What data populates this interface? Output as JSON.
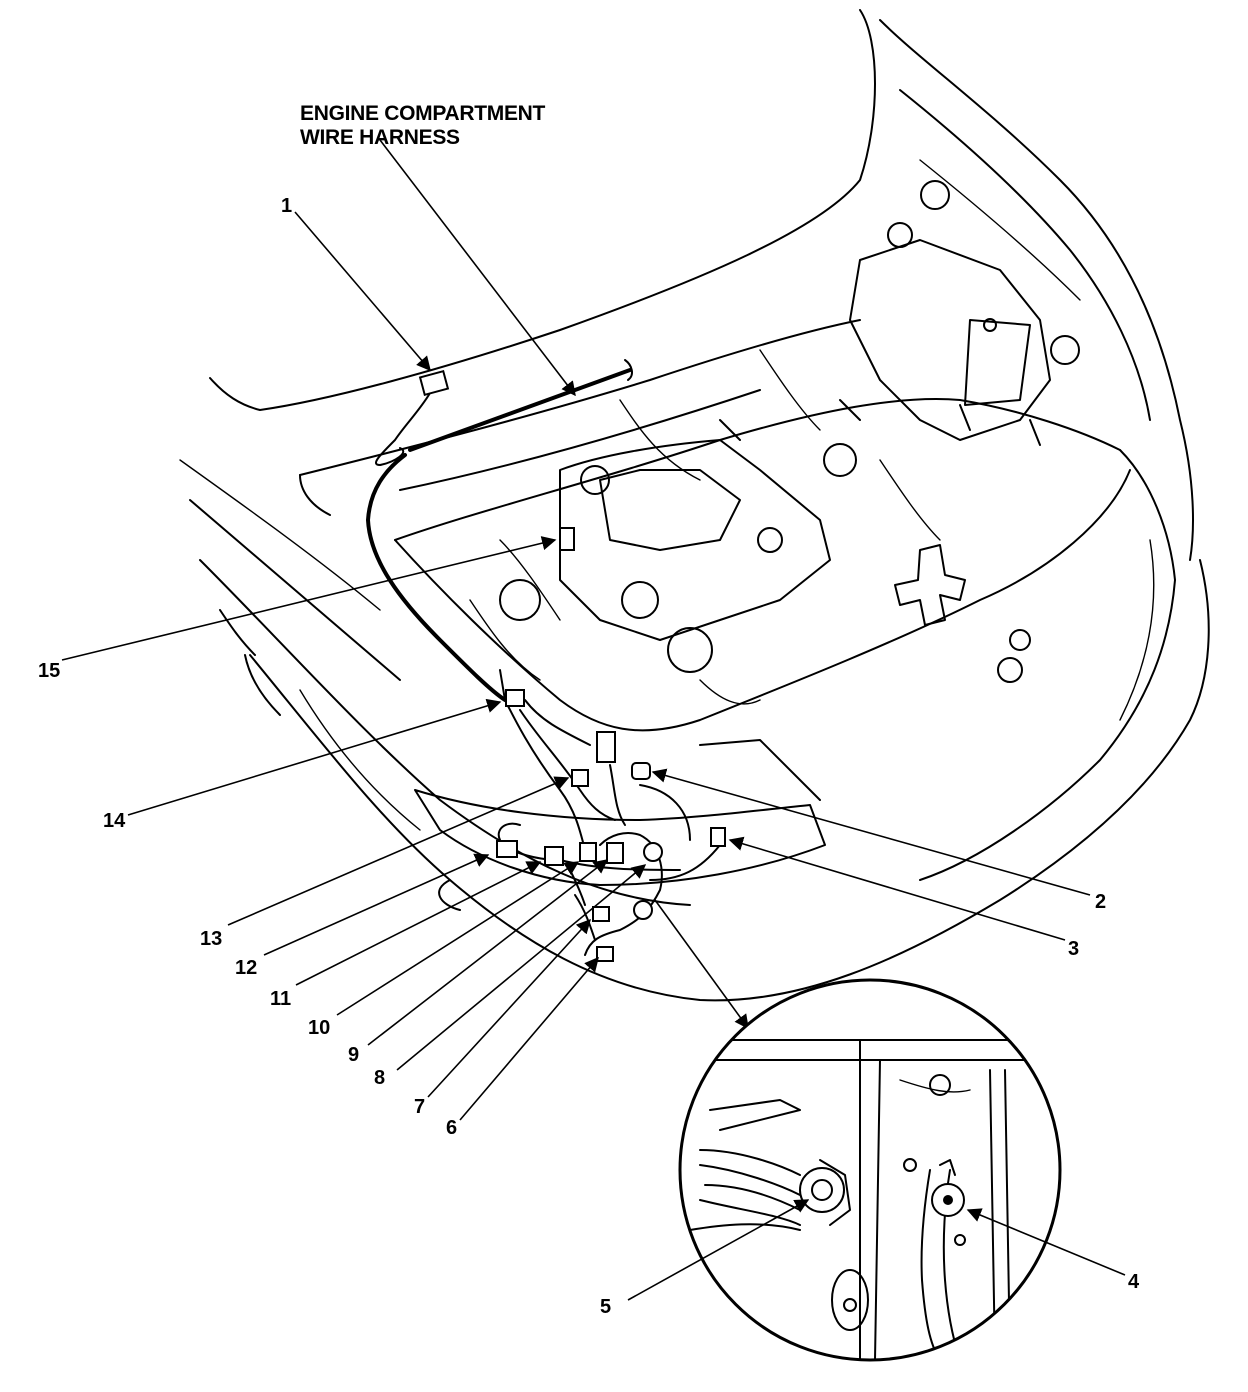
{
  "title": {
    "line1": "ENGINE COMPARTMENT",
    "line2": "WIRE HARNESS"
  },
  "callouts": [
    "1",
    "2",
    "3",
    "4",
    "5",
    "6",
    "7",
    "8",
    "9",
    "10",
    "11",
    "12",
    "13",
    "14",
    "15"
  ]
}
